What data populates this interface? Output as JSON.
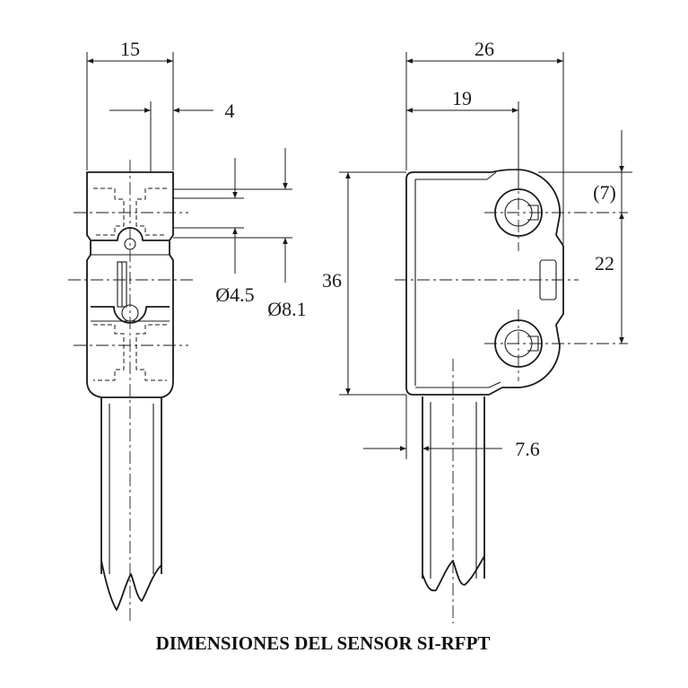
{
  "left_view": {
    "width_dim": "15",
    "offset_dim": "4",
    "hole_dim": "Ø4.5",
    "counterbore_dim": "Ø8.1"
  },
  "right_view": {
    "length_dim": "26",
    "hole_pos_dim": "19",
    "top_offset_dim": "(7)",
    "hole_spacing_dim": "22",
    "height_dim": "36",
    "cable_offset_dim": "7.6"
  },
  "caption": "DIMENSIONES DEL SENSOR SI-RFPT"
}
